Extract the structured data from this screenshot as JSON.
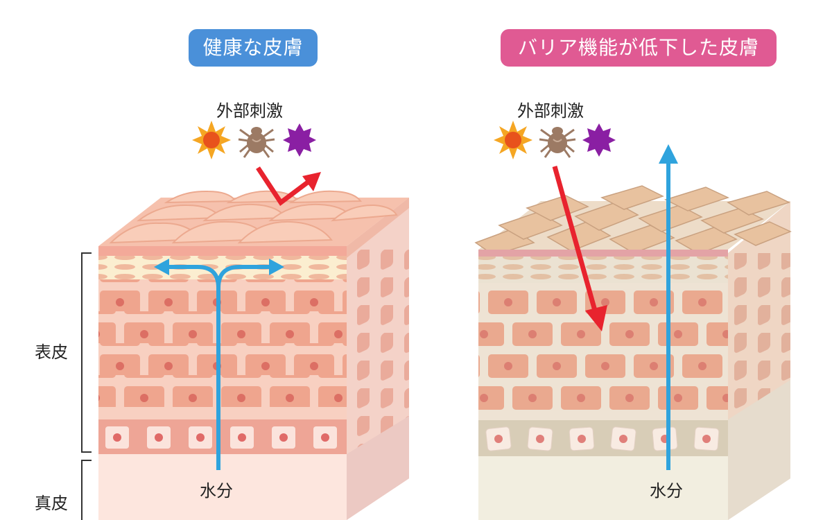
{
  "left_panel": {
    "title": "健康な皮膚",
    "title_color": "#4a90d9",
    "stimulus_label": "外部刺激",
    "water_label": "水分"
  },
  "right_panel": {
    "title": "バリア機能が低下した皮膚",
    "title_color": "#e05a93",
    "stimulus_label": "外部刺激",
    "water_label": "水分"
  },
  "side_labels": {
    "epidermis": "表皮",
    "dermis": "真皮"
  },
  "stimulus_icons": [
    "sun-icon",
    "mite-icon",
    "allergen-icon"
  ],
  "colors": {
    "sun": "#f5a623",
    "sun_core": "#e8521c",
    "mite": "#9c7a64",
    "allergen": "#8a1fa3",
    "water_arrow": "#2fa3dd",
    "stimulus_arrow": "#e8232e"
  }
}
